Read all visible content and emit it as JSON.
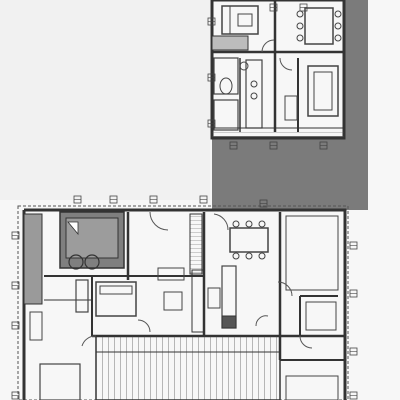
{
  "document": {
    "kind": "scanned architectural floor plan",
    "has_visible_text": false
  },
  "colors": {
    "paper": "#f7f7f7",
    "paper_shadow": "#efefef",
    "ink": "#333333",
    "ink_light": "#777777",
    "wall_fill": "#9a9a9a",
    "dark_block": "#7b7b7b",
    "hatch": "#555555"
  },
  "plans": [
    {
      "id": "upper-plan",
      "label_visible": false
    },
    {
      "id": "lower-plan",
      "label_visible": false
    }
  ]
}
